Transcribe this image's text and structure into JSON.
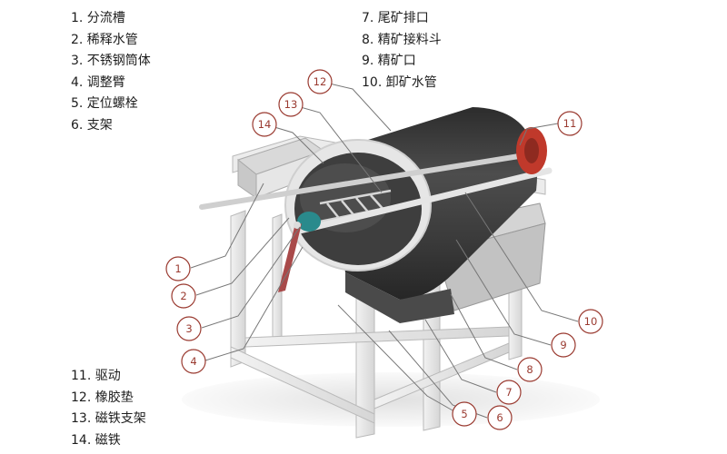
{
  "legend_top_left": [
    {
      "text": "1. 分流槽"
    },
    {
      "text": "2. 稀释水管"
    },
    {
      "text": "3. 不锈钢筒体"
    },
    {
      "text": "4. 调整臂"
    },
    {
      "text": "5. 定位螺栓"
    },
    {
      "text": "6. 支架"
    }
  ],
  "legend_top_right": [
    {
      "text": "7. 尾矿排口"
    },
    {
      "text": "8. 精矿接料斗"
    },
    {
      "text": "9. 精矿口"
    },
    {
      "text": "10. 卸矿水管"
    }
  ],
  "legend_bottom_left": [
    {
      "text": "11. 驱动"
    },
    {
      "text": "12. 橡胶垫"
    },
    {
      "text": "13. 磁铁支架"
    },
    {
      "text": "14. 磁铁"
    }
  ],
  "callouts": [
    "1",
    "2",
    "3",
    "4",
    "5",
    "6",
    "7",
    "8",
    "9",
    "10",
    "11",
    "12",
    "13",
    "14"
  ],
  "colors": {
    "callout_stroke": "#9a3a30",
    "frame": "#e8e8e8",
    "drum": "#3b3b3b",
    "drum_light": "#5a5a5a",
    "motor_red": "#c0392b",
    "teal": "#2a8a8c"
  }
}
